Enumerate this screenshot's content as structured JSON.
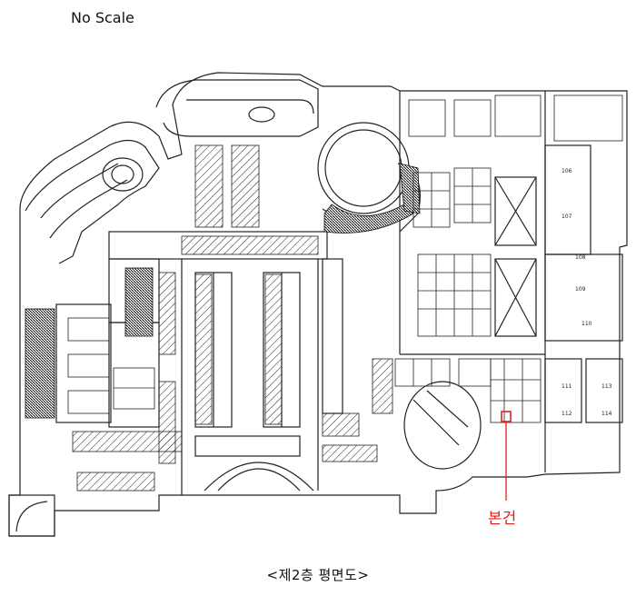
{
  "scale_note": "No Scale",
  "caption": "<제2층 평면도>",
  "marker": {
    "label": "본건",
    "color": "#e02020"
  },
  "room_labels": [
    "106",
    "107",
    "108",
    "109",
    "110",
    "111",
    "112",
    "113",
    "114"
  ],
  "colors": {
    "line": "#222222",
    "background": "#ffffff",
    "marker": "#e02020"
  }
}
